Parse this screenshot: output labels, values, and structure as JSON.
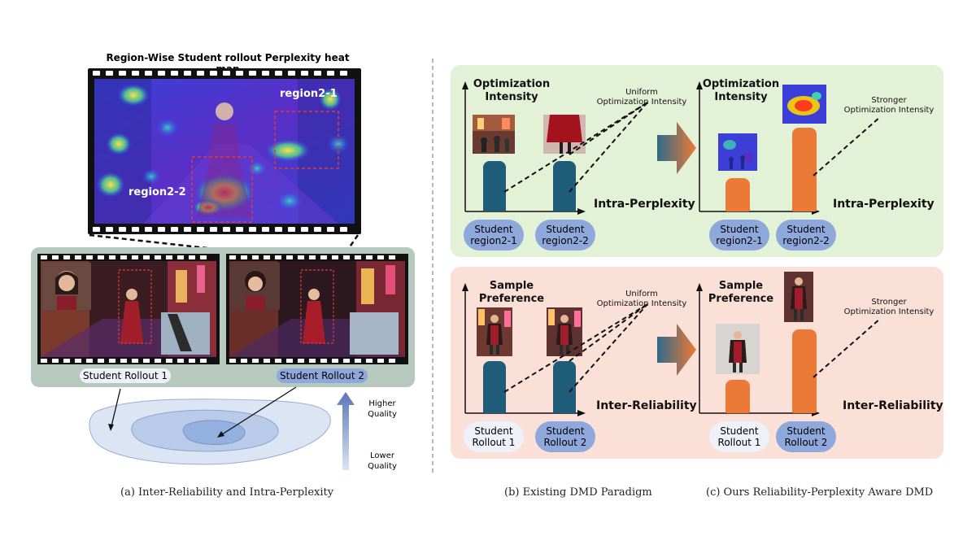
{
  "heatmap": {
    "title": "Region-Wise Student rollout Perplexity heat map",
    "region_1": "region2-1",
    "region_2": "region2-2"
  },
  "rollouts": {
    "rollout_1": "Student Rollout 1",
    "rollout_2": "Student Rollout 2"
  },
  "quality": {
    "higher": "Higher\nQuality",
    "lower": "Lower\nQuality"
  },
  "captions": {
    "a": "(a) Inter-Reliability and Intra-Perplexity",
    "b": "(b) Existing DMD Paradigm",
    "c": "(c) Ours Reliability-Perplexity Aware DMD"
  },
  "top": {
    "y_title": "Optimization\nIntensity",
    "x_label": "Intra-Perplexity",
    "left_note": "Uniform\nOptimization Intensity",
    "right_note": "Stronger\nOptimization Intensity",
    "pill_1": "Student\nregion2-1",
    "pill_2": "Student\nregion2-2"
  },
  "bottom": {
    "y_title": "Sample\nPreference",
    "x_label": "Inter-Reliability",
    "left_note": "Uniform\nOptimization Intensity",
    "right_note": "Stronger\nOptimization Intensity",
    "pill_1": "Student\nRollout 1",
    "pill_2": "Student\nRollout 2"
  },
  "colors": {
    "green_panel": "#e3f2d6",
    "pink_panel": "#fbe0d8",
    "teal_bar": "#1f5c79",
    "orange_bar": "#ec7a37",
    "pill_blue": "#8ea8dc",
    "pill_white": "#eef2f8"
  }
}
